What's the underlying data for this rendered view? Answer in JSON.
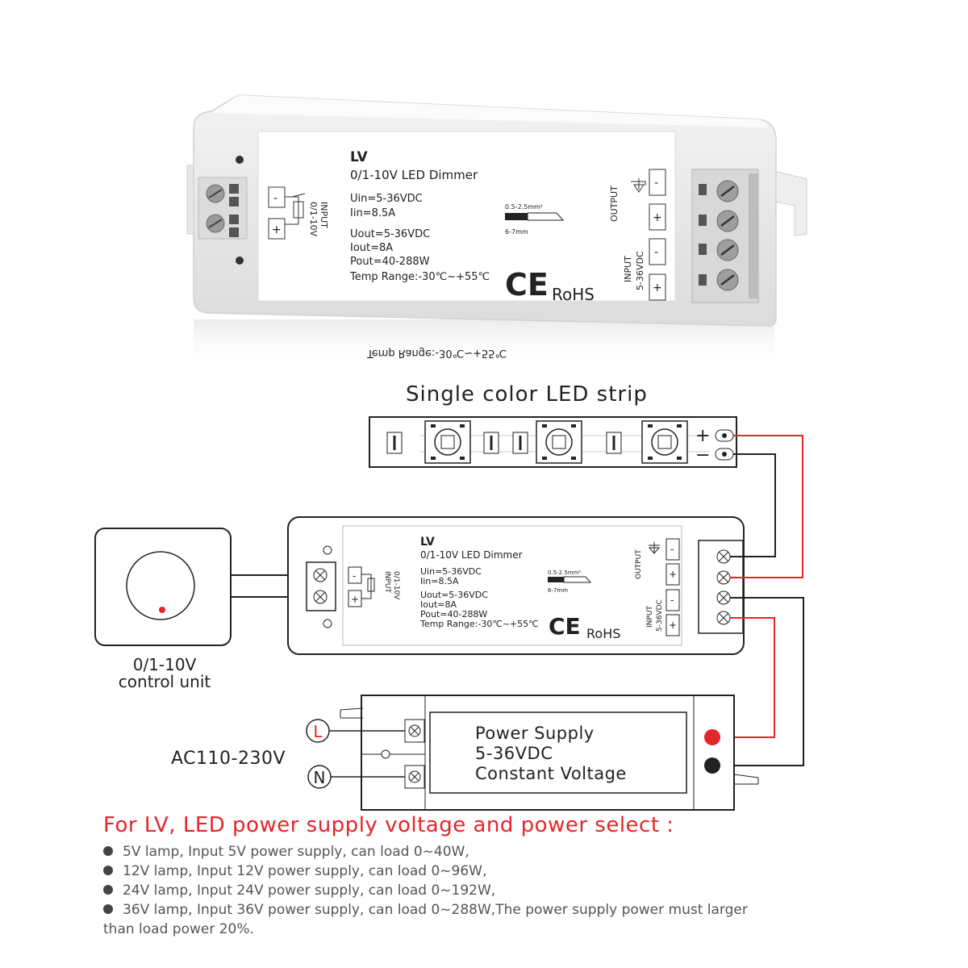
{
  "product": {
    "name": "LV",
    "subtitle": "0/1-10V LED Dimmer",
    "specs_in": [
      "Uin=5-36VDC",
      "Iin=8.5A"
    ],
    "specs_out": [
      "Uout=5-36VDC",
      "Iout=8A",
      "Pout=40-288W"
    ],
    "temp": "Temp Range:-30℃~+55℃",
    "wire_gauge": "0.5-2.5mm²",
    "strip_len": "6-7mm",
    "ce": "CE",
    "rohs": "RoHS",
    "output_label": "OUTPUT",
    "input_label": "INPUT",
    "input_voltage": "5-36VDC",
    "input_signal_label": "INPUT",
    "input_signal": "0/1-10V",
    "minus": "-",
    "plus": "+"
  },
  "diagram": {
    "strip_title": "Single color LED strip",
    "strip_plus": "+",
    "strip_minus": "−",
    "control_unit_line1": "0/1-10V",
    "control_unit_line2": "control unit",
    "ac_label": "AC110-230V",
    "live": "L",
    "neutral": "N",
    "psu_line1": "Power Supply",
    "psu_line2": "5-36VDC",
    "psu_line3": "Constant Voltage"
  },
  "notes": {
    "title": "For LV, LED power supply voltage and power select :",
    "items": [
      "5V lamp, Input 5V power supply, can load 0~40W,",
      "12V lamp, Input 12V power supply, can load 0~96W,",
      "24V lamp, Input 24V power supply, can load 0~192W,",
      "36V lamp, Input 36V power supply, can load 0~288W,The power supply power must larger"
    ],
    "continuation": "than load power 20%."
  },
  "colors": {
    "wire_red": "#e4262b",
    "wire_black": "#222222",
    "title_red": "#e4262b"
  }
}
